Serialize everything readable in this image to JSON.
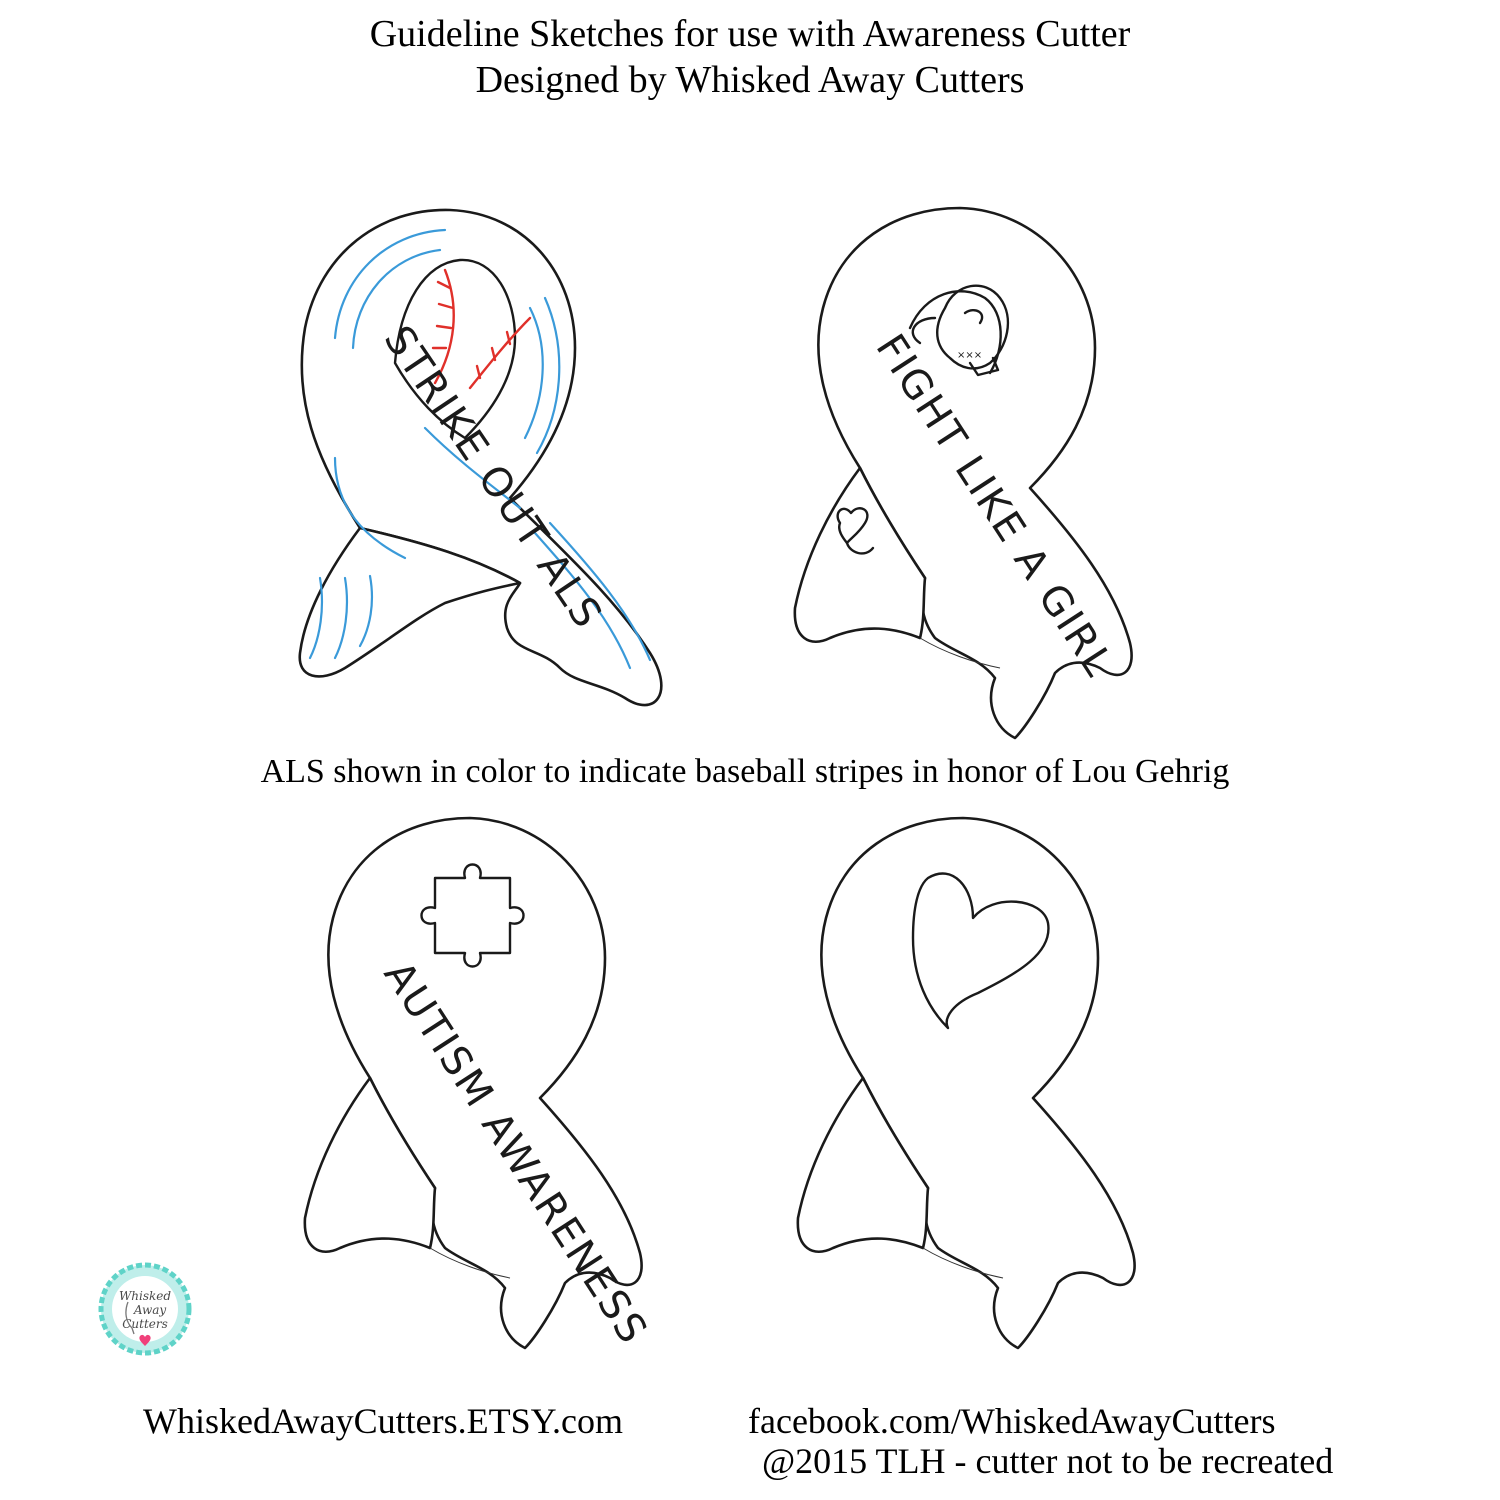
{
  "header": {
    "title_line1": "Guideline Sketches for use with Awareness Cutter",
    "title_line2": "Designed by Whisked Away Cutters"
  },
  "caption": "ALS shown in color to indicate baseball stripes in honor of Lou Gehrig",
  "ribbons": [
    {
      "text": "STRIKE OUT ALS",
      "motif": "baseball-heart-icon",
      "stripe_color": "#3a9ad9",
      "stitch_color": "#e0302a"
    },
    {
      "text": "FIGHT LIKE A GIRL",
      "motif": "boxing-glove-icon"
    },
    {
      "text": "AUTISM AWARENESS",
      "motif": "puzzle-piece-icon"
    },
    {
      "text": "",
      "motif": "heart-icon"
    }
  ],
  "logo": {
    "line1": "Whisked",
    "line2": "Away",
    "line3": "Cutters",
    "ring_color": "#5fd3c8",
    "heart_color": "#f0407a"
  },
  "footer": {
    "etsy": "WhiskedAwayCutters.ETSY.com",
    "facebook": "facebook.com/WhiskedAwayCutters",
    "copyright": "@2015 TLH - cutter not to be recreated"
  }
}
